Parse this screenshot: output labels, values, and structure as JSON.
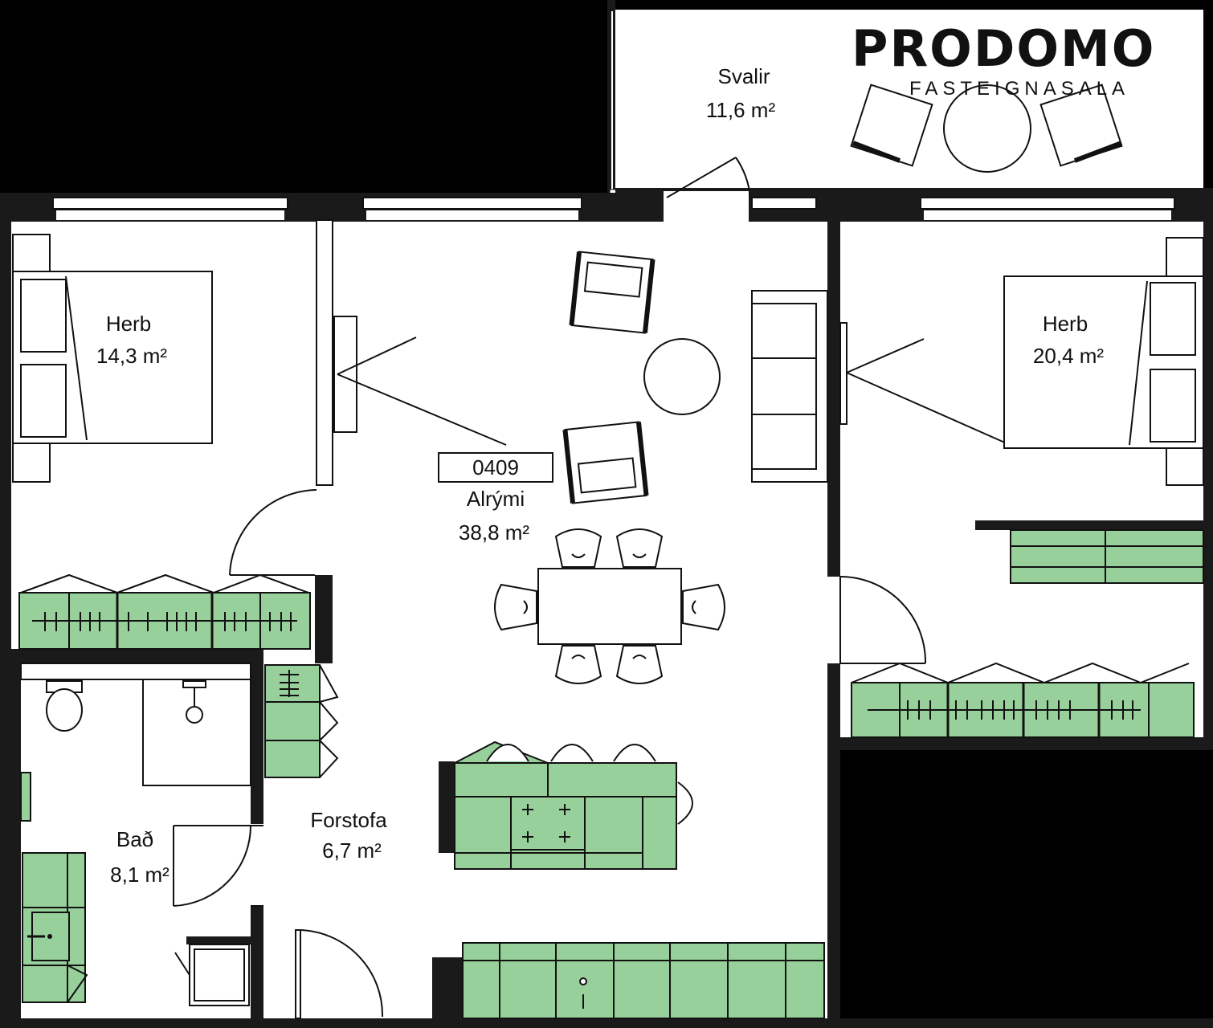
{
  "logo": {
    "brand": "PRODOMO",
    "tagline": "FASTEIGNASALA"
  },
  "unit_number": "0409",
  "rooms": [
    {
      "name": "Svalir",
      "area": "11,6 m²"
    },
    {
      "name": "Herb",
      "area": "14,3 m²"
    },
    {
      "name": "Alrými",
      "area": "38,8 m²"
    },
    {
      "name": "Herb",
      "area": "20,4 m²"
    },
    {
      "name": "Bað",
      "area": "8,1 m²"
    },
    {
      "name": "Forstofa",
      "area": "6,7 m²"
    }
  ],
  "colors": {
    "background": "#000000",
    "floor": "#ffffff",
    "fixtures": "#98d09b",
    "walls": "#1a1a1a"
  }
}
